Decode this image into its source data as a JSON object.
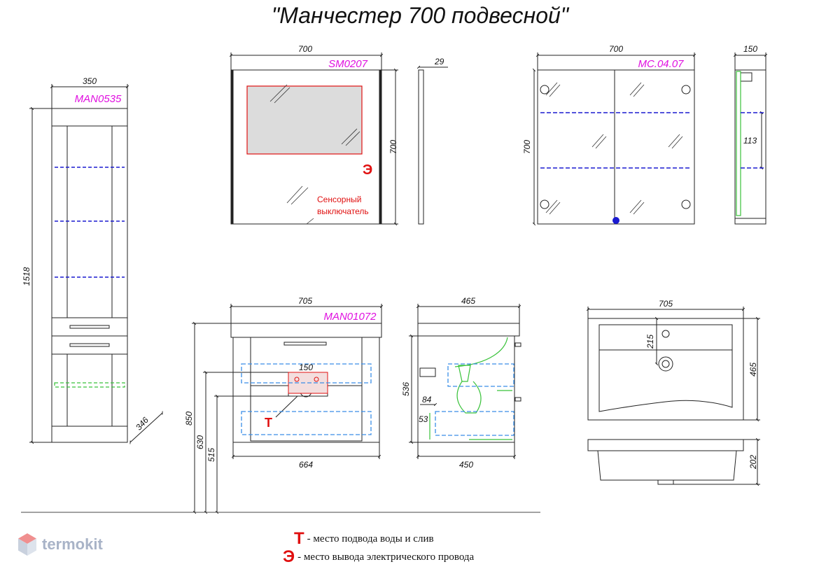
{
  "title": "\"Манчестер 700 подвесной\"",
  "products": {
    "column": {
      "code": "MAN0535",
      "width": "350",
      "height": "1518",
      "depth": "346"
    },
    "mirror": {
      "code": "SM0207",
      "width": "700",
      "height": "700",
      "depth": "29",
      "switch_label_1": "Сенсорный",
      "switch_label_2": "выключатель",
      "e_mark": "Э"
    },
    "cabinet": {
      "code": "MC.04.07",
      "width": "700",
      "height": "700",
      "depth": "150",
      "shelf": "113"
    },
    "vanity": {
      "code": "MAN01072",
      "width": "705",
      "bottom_width": "664",
      "h_total": "850",
      "h_630": "630",
      "h_515": "515",
      "zone_150": "150",
      "t_mark": "Т"
    },
    "vanity_side": {
      "depth_top": "465",
      "depth_bottom": "450",
      "height": "536",
      "d84": "84",
      "d53": "53"
    },
    "basin": {
      "width": "705",
      "depth": "465",
      "hole_offset": "215",
      "height": "202"
    }
  },
  "legend": {
    "t_symbol": "Т",
    "t_text": "- место подвода воды и слив",
    "e_symbol": "Э",
    "e_text": "- место вывода электрического провода"
  },
  "logo": {
    "text": "termokit"
  },
  "colors": {
    "dimension": "#111111",
    "code": "#e010e0",
    "mark": "#e01010",
    "shelf": "#1a1ad0",
    "zone": "#3a8ee8",
    "green": "#39c23a"
  }
}
